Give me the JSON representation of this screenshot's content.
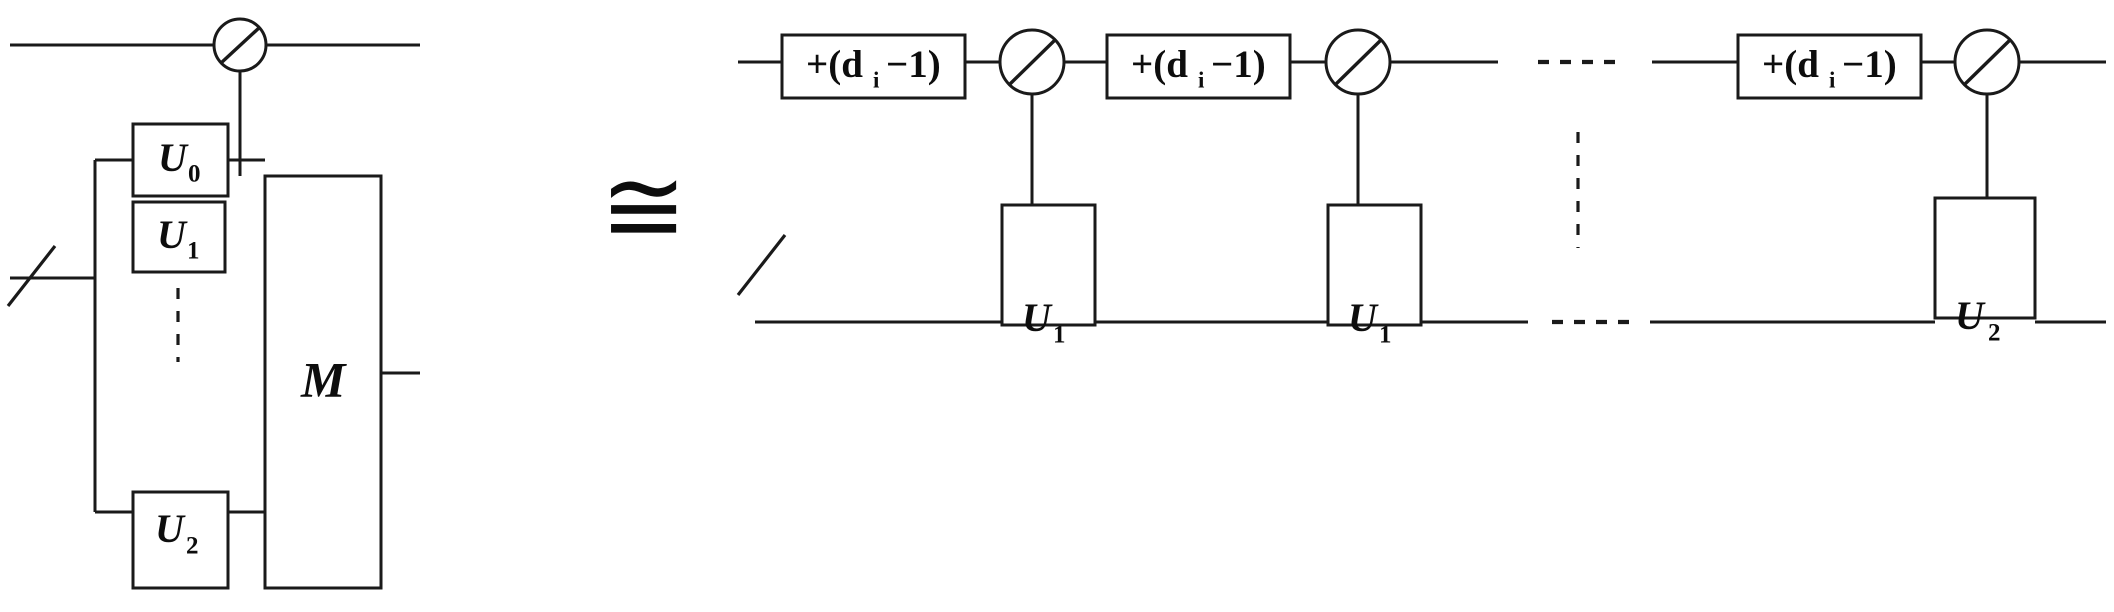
{
  "figure": {
    "type": "quantum-circuit-equivalence-diagram",
    "background_color": "#ffffff",
    "line_color": "#1a1a1a",
    "relation_symbol": "≅"
  },
  "left_circuit": {
    "name": "multiplexed-unitary-with-measurement",
    "control_wire_label": "",
    "target_wire_label": "",
    "bus_slash": "/",
    "measurement_icon": "measurement-meter-icon",
    "multiplexer_gates": [
      {
        "label": "U",
        "subscript": "0"
      },
      {
        "label": "U",
        "subscript": "1"
      },
      {
        "label": "U",
        "subscript": "2"
      }
    ],
    "vertical_ellipsis": "⋮",
    "measurement_box": {
      "label": "M"
    }
  },
  "right_circuit": {
    "name": "decomposed-sequence-of-controlled-unitaries",
    "bus_slash": "/",
    "horizontal_ellipsis_top": "- - - -",
    "horizontal_ellipsis_bottom": "- - - -",
    "vertical_ellipsis": "⋮",
    "steps": [
      {
        "adder": {
          "text": "+(d",
          "subscript": "i",
          "tail": "−1)"
        },
        "measurement_icon": "measurement-meter-icon",
        "controlled_gate": {
          "label": "U",
          "subscript": "1"
        }
      },
      {
        "adder": {
          "text": "+(d",
          "subscript": "i",
          "tail": "−1)"
        },
        "measurement_icon": "measurement-meter-icon",
        "controlled_gate": {
          "label": "U",
          "subscript": "1"
        }
      },
      {
        "adder": {
          "text": "+(d",
          "subscript": "i",
          "tail": "−1)"
        },
        "measurement_icon": "measurement-meter-icon",
        "controlled_gate": {
          "label": "U",
          "subscript": "2"
        }
      }
    ]
  }
}
